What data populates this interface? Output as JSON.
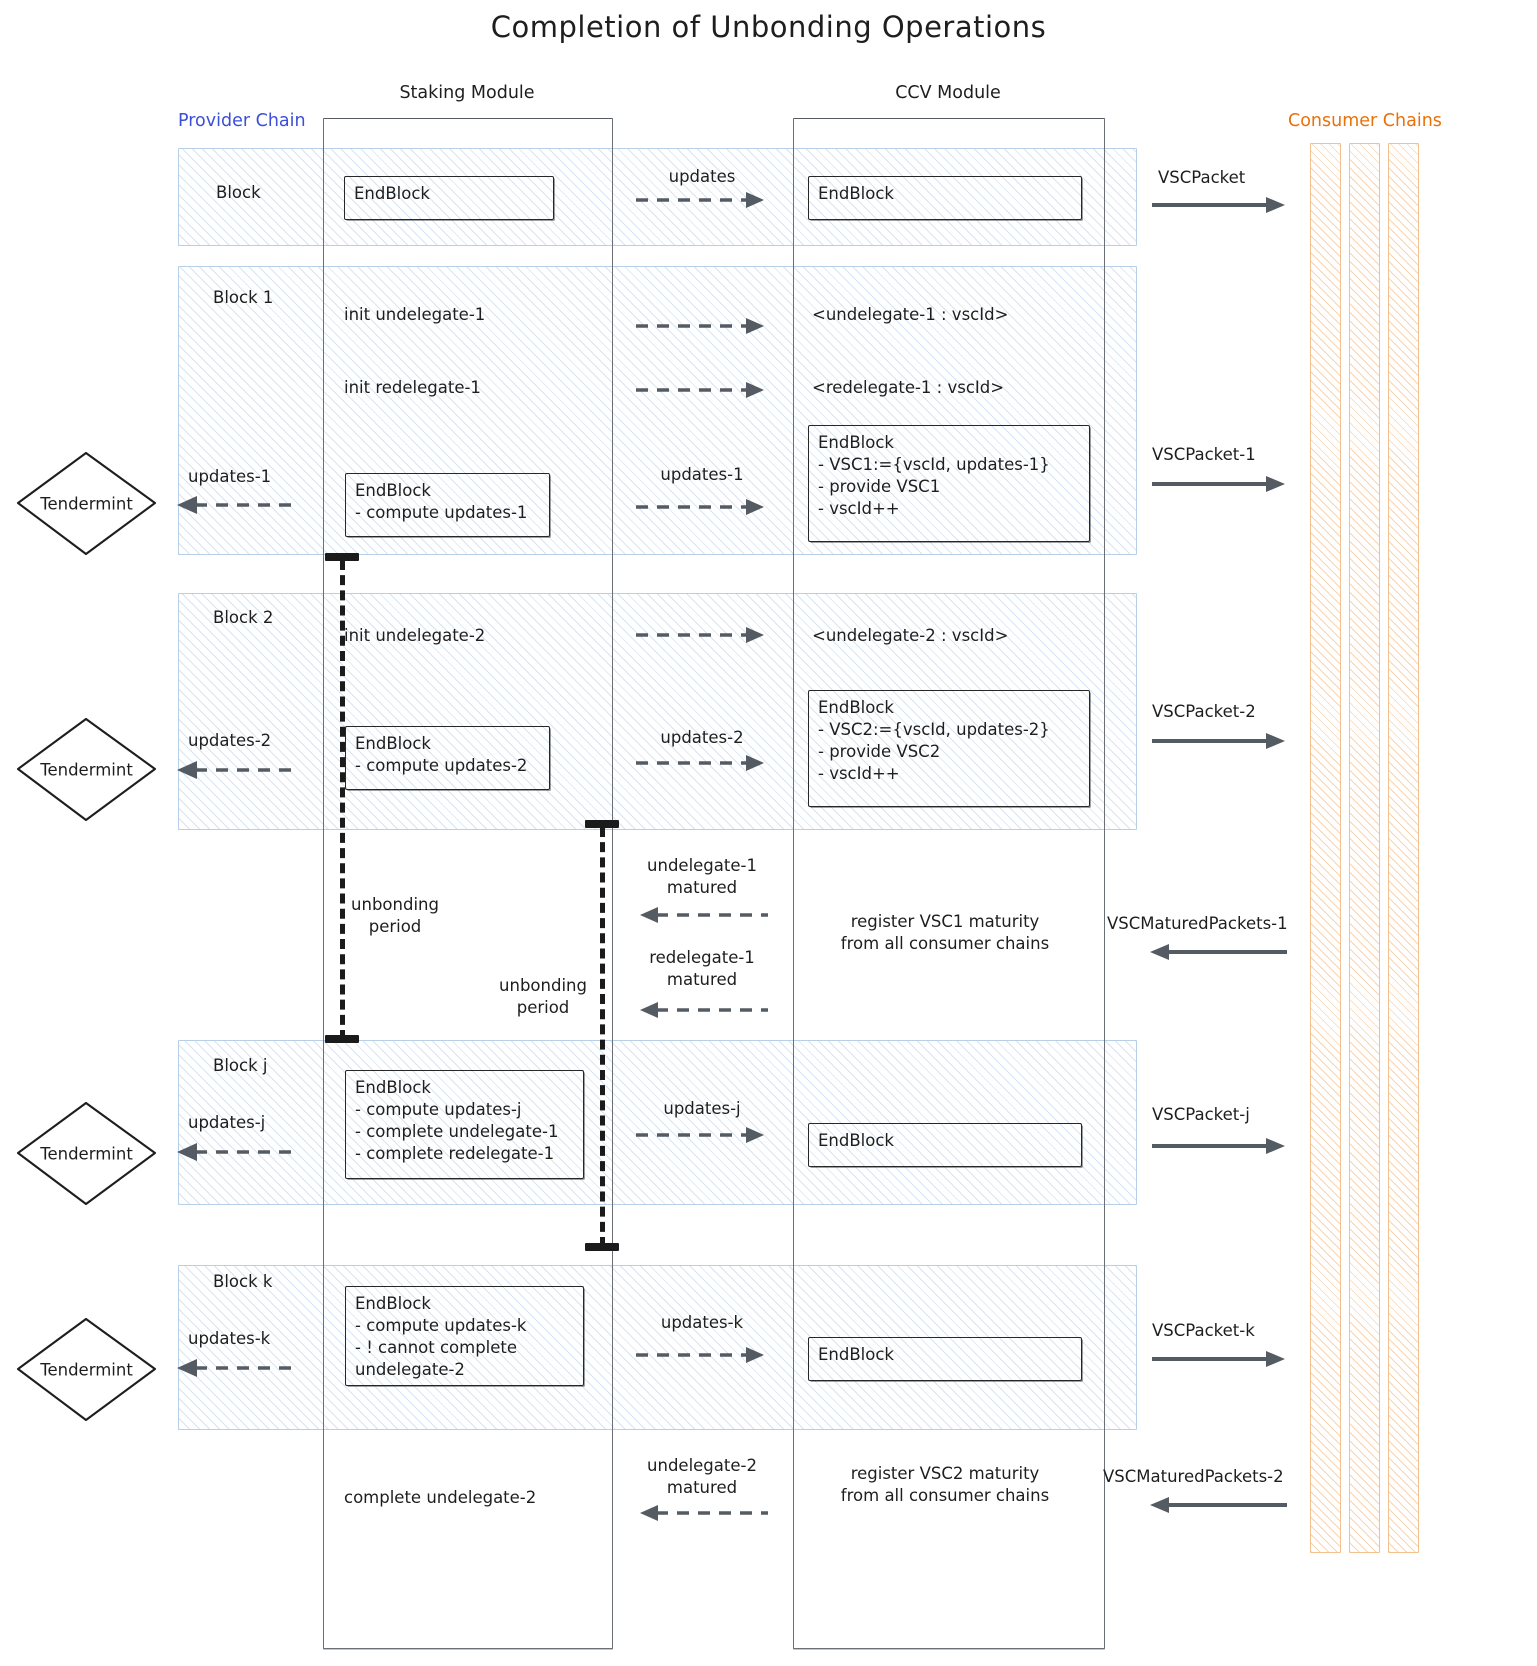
{
  "title": "Completion of Unbonding Operations",
  "colors": {
    "provider_label": "#3b4fd8",
    "consumer_label": "#e8710a",
    "block_band_fill": "#a0bee1",
    "consumer_bar_fill": "#f0a050",
    "ink": "#1e1e1e",
    "lifeline_border": "#6b7076"
  },
  "lanes": {
    "provider_chain_label": "Provider Chain",
    "consumer_chains_label": "Consumer Chains",
    "staking_module_label": "Staking Module",
    "ccv_module_label": "CCV Module"
  },
  "actors": [
    {
      "name": "tendermint-1",
      "label": "Tendermint"
    },
    {
      "name": "tendermint-2",
      "label": "Tendermint"
    },
    {
      "name": "tendermint-3",
      "label": "Tendermint"
    },
    {
      "name": "tendermint-4",
      "label": "Tendermint"
    }
  ],
  "blocks": [
    {
      "name": "block-0",
      "label": "Block"
    },
    {
      "name": "block-1",
      "label": "Block 1"
    },
    {
      "name": "block-2",
      "label": "Block 2"
    },
    {
      "name": "block-j",
      "label": "Block j"
    },
    {
      "name": "block-k",
      "label": "Block k"
    }
  ],
  "staking_notes": [
    {
      "name": "endblock-0",
      "text": "EndBlock"
    },
    {
      "name": "endblock-1",
      "text": "EndBlock\n- compute updates-1"
    },
    {
      "name": "endblock-2",
      "text": "EndBlock\n- compute updates-2"
    },
    {
      "name": "endblock-j",
      "text": "EndBlock\n- compute updates-j\n- complete undelegate-1\n- complete redelegate-1"
    },
    {
      "name": "endblock-k",
      "text": "EndBlock\n- compute updates-k\n- ! cannot complete\nundelegate-2"
    }
  ],
  "ccv_notes": [
    {
      "name": "ccv-endblock-0",
      "text": "EndBlock"
    },
    {
      "name": "ccv-endblock-1",
      "text": "EndBlock\n- VSC1:={vscId, updates-1}\n- provide VSC1\n- vscId++"
    },
    {
      "name": "ccv-endblock-2",
      "text": "EndBlock\n- VSC2:={vscId, updates-2}\n- provide VSC2\n- vscId++"
    },
    {
      "name": "ccv-endblock-j",
      "text": "EndBlock"
    },
    {
      "name": "ccv-endblock-k",
      "text": "EndBlock"
    }
  ],
  "staking_messages": [
    {
      "name": "init-undelegate-1",
      "text": "init undelegate-1"
    },
    {
      "name": "init-redelegate-1",
      "text": "init redelegate-1"
    },
    {
      "name": "init-undelegate-2",
      "text": "init undelegate-2"
    },
    {
      "name": "complete-undelegate-2",
      "text": "complete undelegate-2"
    }
  ],
  "ccv_messages": [
    {
      "name": "undelegate-1-vscid",
      "text": "<undelegate-1 : vscId>"
    },
    {
      "name": "redelegate-1-vscid",
      "text": "<redelegate-1 : vscId>"
    },
    {
      "name": "undelegate-2-vscid",
      "text": "<undelegate-2 : vscId>"
    },
    {
      "name": "register-vsc1-maturity",
      "text": "register VSC1 maturity\nfrom all consumer chains"
    },
    {
      "name": "register-vsc2-maturity",
      "text": "register VSC2 maturity\nfrom all consumer chains"
    }
  ],
  "arrow_labels": {
    "updates_0": "updates",
    "updates_1_left": "updates-1",
    "updates_1_mid": "updates-1",
    "updates_2_left": "updates-2",
    "updates_2_mid": "updates-2",
    "updates_j_left": "updates-j",
    "updates_j_mid": "updates-j",
    "updates_k_left": "updates-k",
    "updates_k_mid": "updates-k",
    "undelegate_1_matured": "undelegate-1\nmatured",
    "redelegate_1_matured": "redelegate-1\nmatured",
    "undelegate_2_matured": "undelegate-2\nmatured",
    "vscpacket": "VSCPacket",
    "vscpacket_1": "VSCPacket-1",
    "vscpacket_2": "VSCPacket-2",
    "vscpacket_j": "VSCPacket-j",
    "vscpacket_k": "VSCPacket-k",
    "vscmatured_1": "VSCMaturedPackets-1",
    "vscmatured_2": "VSCMaturedPackets-2"
  },
  "unbonding_periods": [
    {
      "name": "unbonding-period-1",
      "text": "unbonding\nperiod"
    },
    {
      "name": "unbonding-period-2",
      "text": "unbonding\nperiod"
    }
  ]
}
